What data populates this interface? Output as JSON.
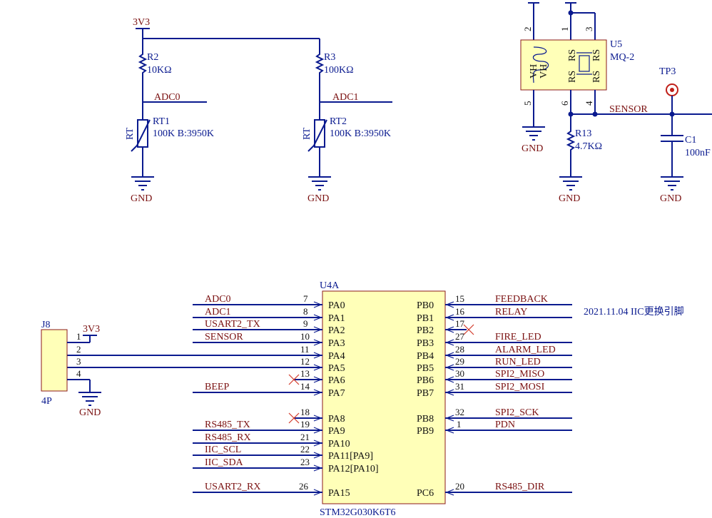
{
  "power": {
    "v3v3": "3V3",
    "gnd": "GND"
  },
  "resistors": {
    "r2": {
      "ref": "R2",
      "value": "10KΩ"
    },
    "r3": {
      "ref": "R3",
      "value": "100KΩ"
    },
    "r13": {
      "ref": "R13",
      "value": "4.7KΩ"
    }
  },
  "thermistors": {
    "rt1": {
      "ref": "RT1",
      "value": "100K B:3950K",
      "symbol": "RT"
    },
    "rt2": {
      "ref": "RT2",
      "value": "100K B:3950K",
      "symbol": "RT"
    }
  },
  "nets": {
    "adc0": "ADC0",
    "adc1": "ADC1",
    "sensor": "SENSOR",
    "usart2_tx": "USART2_TX",
    "usart2_rx": "USART2_RX",
    "beep": "BEEP",
    "rs485_tx": "RS485_TX",
    "rs485_rx": "RS485_RX",
    "iic_scl": "IIC_SCL",
    "iic_sda": "IIC_SDA",
    "feedback": "FEEDBACK",
    "relay": "RELAY",
    "fire_led": "FIRE_LED",
    "alarm_led": "ALARM_LED",
    "run_led": "RUN_LED",
    "spi2_miso": "SPI2_MISO",
    "spi2_mosi": "SPI2_MOSI",
    "spi2_sck": "SPI2_SCK",
    "pdn": "PDN",
    "rs485_dir": "RS485_DIR"
  },
  "sensor": {
    "ref": "U5",
    "part": "MQ-2",
    "tp": "TP3",
    "pins": [
      "2",
      "1",
      "3",
      "5",
      "6",
      "4"
    ],
    "inner": [
      "VH",
      "VH",
      "RS",
      "RS",
      "RS",
      "RS"
    ],
    "c1": {
      "ref": "C1",
      "value": "100nF"
    }
  },
  "mcu": {
    "ref": "U4A",
    "part": "STM32G030K6T6",
    "left_pins": [
      {
        "num": "7",
        "name": "PA0"
      },
      {
        "num": "8",
        "name": "PA1"
      },
      {
        "num": "9",
        "name": "PA2"
      },
      {
        "num": "10",
        "name": "PA3"
      },
      {
        "num": "11",
        "name": "PA4"
      },
      {
        "num": "12",
        "name": "PA5"
      },
      {
        "num": "13",
        "name": "PA6"
      },
      {
        "num": "14",
        "name": "PA7"
      },
      {
        "num": "18",
        "name": "PA8"
      },
      {
        "num": "19",
        "name": "PA9"
      },
      {
        "num": "21",
        "name": "PA10"
      },
      {
        "num": "22",
        "name": "PA11[PA9]"
      },
      {
        "num": "23",
        "name": "PA12[PA10]"
      },
      {
        "num": "26",
        "name": "PA15"
      }
    ],
    "right_pins": [
      {
        "num": "15",
        "name": "PB0"
      },
      {
        "num": "16",
        "name": "PB1"
      },
      {
        "num": "17",
        "name": "PB2"
      },
      {
        "num": "27",
        "name": "PB3"
      },
      {
        "num": "28",
        "name": "PB4"
      },
      {
        "num": "29",
        "name": "PB5"
      },
      {
        "num": "30",
        "name": "PB6"
      },
      {
        "num": "31",
        "name": "PB7"
      },
      {
        "num": "32",
        "name": "PB8"
      },
      {
        "num": "1",
        "name": "PB9"
      },
      {
        "num": "20",
        "name": "PC6"
      }
    ]
  },
  "connector": {
    "ref": "J8",
    "type": "4P",
    "pins": [
      "1",
      "2",
      "3",
      "4"
    ]
  },
  "note": "2021.11.04 IIC更换引脚"
}
